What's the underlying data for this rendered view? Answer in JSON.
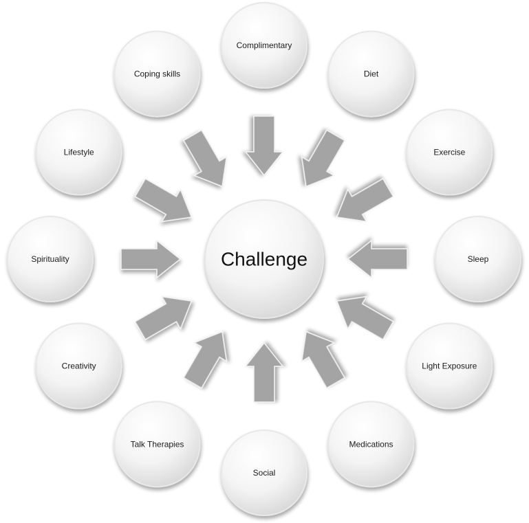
{
  "diagram": {
    "center": {
      "label": "Challenge"
    },
    "nodes": [
      {
        "label": "Complimentary"
      },
      {
        "label": "Diet"
      },
      {
        "label": "Exercise"
      },
      {
        "label": "Sleep"
      },
      {
        "label": "Light Exposure"
      },
      {
        "label": "Medications"
      },
      {
        "label": "Social"
      },
      {
        "label": "Talk Therapies"
      },
      {
        "label": "Creativity"
      },
      {
        "label": "Spirituality"
      },
      {
        "label": "Lifestyle"
      },
      {
        "label": "Coping skills"
      }
    ],
    "arrow_direction": "inward",
    "colors": {
      "circle_light": "#ffffff",
      "circle_dark": "#dcdcdc",
      "arrow_light": "#b8b8b8",
      "arrow_dark": "#8e8e8e"
    }
  }
}
